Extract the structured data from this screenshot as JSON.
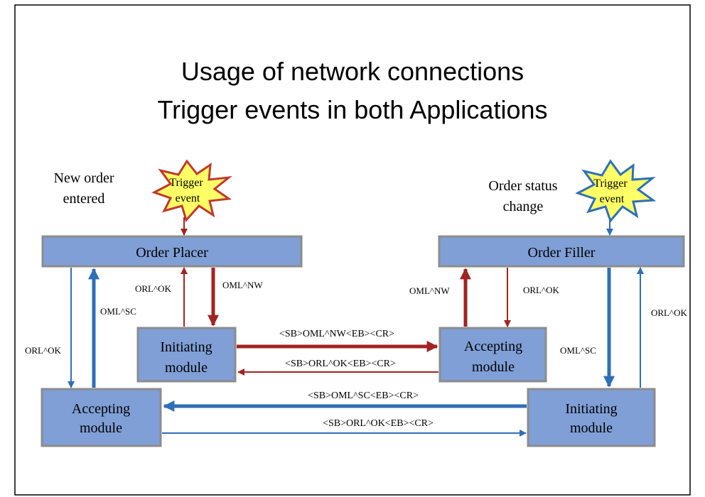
{
  "title": {
    "line1": "Usage of network connections",
    "line2": "Trigger events in both Applications"
  },
  "left_app": {
    "name": "Order Placer",
    "event_text_line1": "New order",
    "event_text_line2": "entered",
    "trigger_line1": "Trigger",
    "trigger_line2": "event",
    "initiating_line1": "Initiating",
    "initiating_line2": "module",
    "accepting_line1": "Accepting",
    "accepting_line2": "module"
  },
  "right_app": {
    "name": "Order  Filler",
    "event_text_line1": "Order status",
    "event_text_line2": "change",
    "trigger_line1": "Trigger",
    "trigger_line2": "event",
    "accepting_line1": "Accepting",
    "accepting_line2": "module",
    "initiating_line1": "Initiating",
    "initiating_line2": "module"
  },
  "labels": {
    "placer_orl_ok_left": "ORL^OK",
    "placer_oml_sc": "OML^SC",
    "placer_orl_ok_mid": "ORL^OK",
    "placer_oml_nw": "OML^NW",
    "filler_oml_nw": "OML^NW",
    "filler_orl_ok_mid": "ORL^OK",
    "filler_oml_sc": "OML^SC",
    "filler_orl_ok_right": "ORL^OK",
    "msg_top_forward": "<SB>OML^NW<EB><CR>",
    "msg_top_back": "<SB>ORL^OK<EB><CR>",
    "msg_bottom_back": "<SB>OML^SC<EB><CR>",
    "msg_bottom_forward": "<SB>ORL^OK<EB><CR>"
  },
  "colors": {
    "box_fill": "#7f9fd6",
    "box_stroke": "#8c8c8c",
    "red_arrow": "#a02424",
    "blue_arrow": "#2f6fb8",
    "star_fill": "#ffff66",
    "left_star_stroke": "#c0392b",
    "right_star_stroke": "#2f6fb8"
  }
}
